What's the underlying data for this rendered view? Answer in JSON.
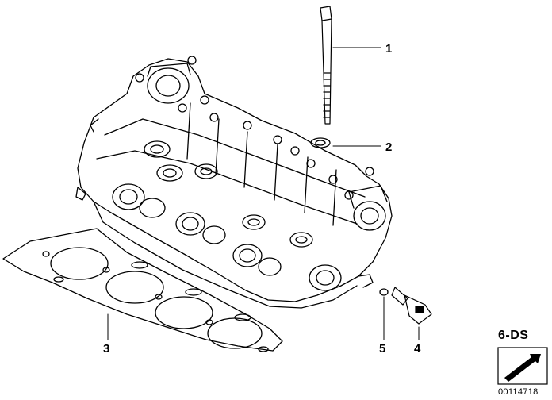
{
  "callouts": [
    {
      "id": "1",
      "label": "1",
      "part": "cylinder-head-bolt"
    },
    {
      "id": "2",
      "label": "2",
      "part": "washer"
    },
    {
      "id": "3",
      "label": "3",
      "part": "cylinder-head-gasket"
    },
    {
      "id": "4",
      "label": "4",
      "part": "sensor"
    },
    {
      "id": "5",
      "label": "5",
      "part": "o-ring"
    }
  ],
  "group_code": "6-DS",
  "image_number": "00114718",
  "icons": {
    "arrow_box": "arrow-box-icon"
  }
}
